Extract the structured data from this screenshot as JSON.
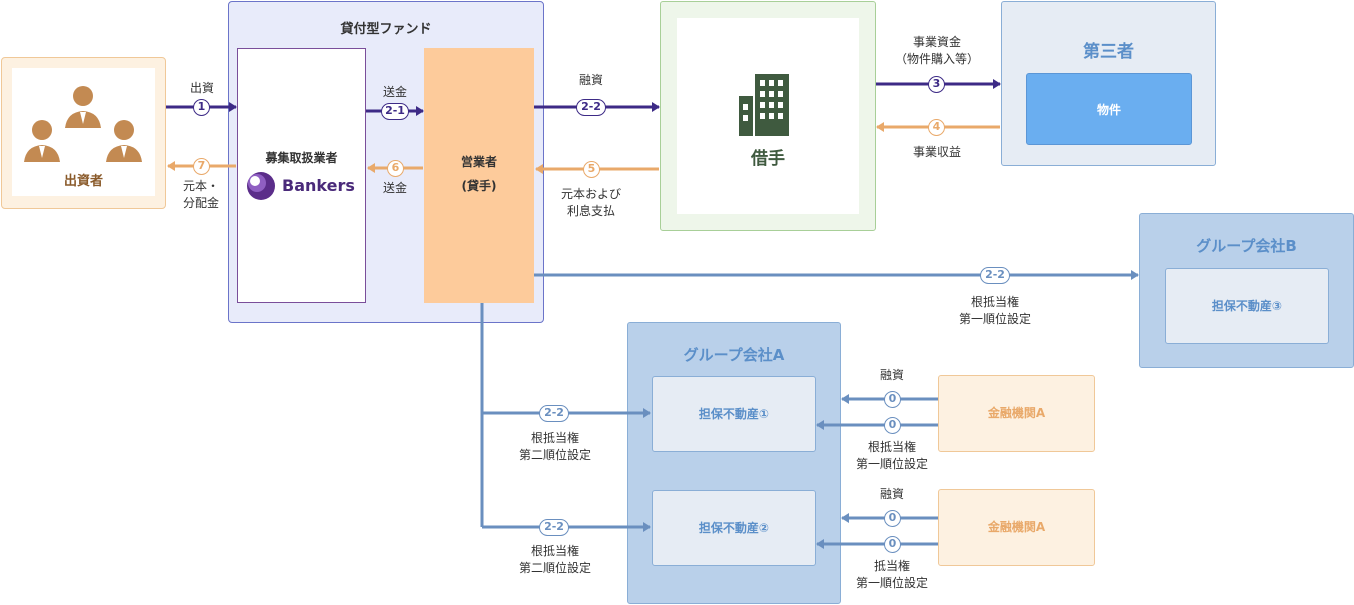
{
  "investor": {
    "label": "出資者"
  },
  "fund": {
    "title": "貸付型ファンド"
  },
  "agent": {
    "title": "募集取扱業者",
    "logo_text": "Bankers"
  },
  "operator": {
    "label": "営業者\n(貸手)"
  },
  "borrower": {
    "label": "借手"
  },
  "third_party": {
    "title": "第三者",
    "inner": "物件"
  },
  "group_a": {
    "title": "グループ会社A",
    "collateral_1": "担保不動産①",
    "collateral_2": "担保不動産②"
  },
  "group_b": {
    "title": "グループ会社B",
    "collateral": "担保不動産③"
  },
  "bank_1": {
    "label": "金融機関A"
  },
  "bank_2": {
    "label": "金融機関A"
  },
  "flows": {
    "f1": {
      "label": "出資",
      "badge": "1"
    },
    "f7": {
      "label": "元本・\n分配金",
      "badge": "7"
    },
    "f21": {
      "label": "送金",
      "badge": "2-1"
    },
    "f6": {
      "label": "送金",
      "badge": "6"
    },
    "f22": {
      "label": "融資",
      "badge": "2-2"
    },
    "f5": {
      "label": "元本および\n利息支払",
      "badge": "5"
    },
    "f3": {
      "label": "事業資金\n（物件購入等）",
      "badge": "3"
    },
    "f4": {
      "label": "事業収益",
      "badge": "4"
    },
    "fb": {
      "label": "根抵当権\n第一順位設定",
      "badge": "2-2"
    },
    "fa1": {
      "label": "根抵当権\n第二順位設定",
      "badge": "2-2"
    },
    "fa2": {
      "label": "根抵当権\n第二順位設定",
      "badge": "2-2"
    },
    "k1a": {
      "label": "融資",
      "badge": "0"
    },
    "k1b": {
      "label": "根抵当権\n第一順位設定",
      "badge": "0"
    },
    "k2a": {
      "label": "融資",
      "badge": "0"
    },
    "k2b": {
      "label": "抵当権\n第一順位設定",
      "badge": "0"
    }
  },
  "colors": {
    "purple": "#3d2a86",
    "orange": "#e9a96a",
    "blue": "#6a8fbf",
    "green": "#3f5a3f"
  }
}
